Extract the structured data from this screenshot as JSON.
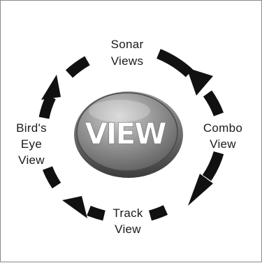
{
  "button": {
    "label": "VIEW",
    "face_color": "#8f8f8f",
    "text_color": "#ffffff"
  },
  "cycle_color": "#111111",
  "views": [
    {
      "line1": "Sonar",
      "line2": "Views"
    },
    {
      "line1": "Combo",
      "line2": "View"
    },
    {
      "line1": "Track",
      "line2": "View"
    },
    {
      "line1": "Bird's",
      "line2": "Eye",
      "line3": "View"
    }
  ]
}
